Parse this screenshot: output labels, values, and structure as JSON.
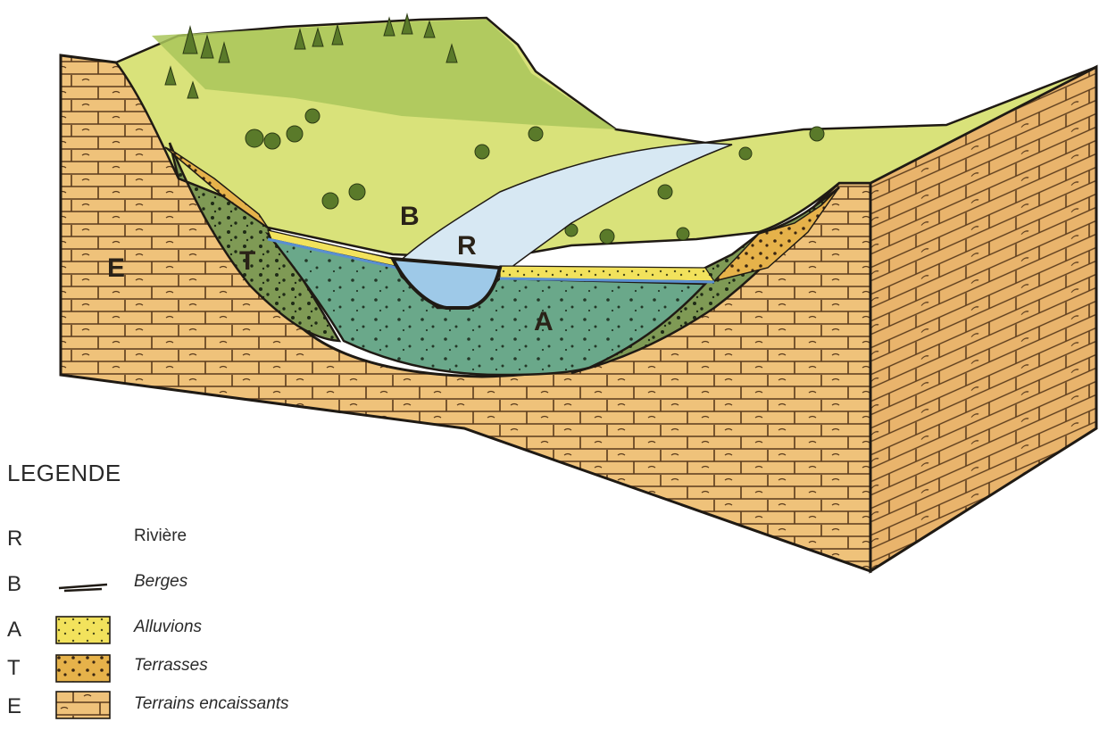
{
  "diagram": {
    "labels": {
      "E": "E",
      "T": "T",
      "B": "B",
      "R": "R",
      "A": "A"
    },
    "colors": {
      "bedrock": "#efc27a",
      "bedrock_side": "#e3ad66",
      "alluvium": "#6aa88a",
      "terrace": "#7f9a55",
      "yellow_alluvium": "#f2e25c",
      "river": "#9ec9e8",
      "meadow": "#d9e27a",
      "forest": "#8ea84a",
      "outline": "#1f1a14"
    }
  },
  "legend": {
    "title": "LEGENDE",
    "items": [
      {
        "code": "R",
        "swatch": "none",
        "label": "Rivière"
      },
      {
        "code": "B",
        "swatch": "line-icon",
        "label": "Berges"
      },
      {
        "code": "A",
        "swatch": "dotted-yellow",
        "label": "Alluvions"
      },
      {
        "code": "T",
        "swatch": "dotted-orange",
        "label": "Terrasses"
      },
      {
        "code": "E",
        "swatch": "brick-tan",
        "label": "Terrains encaissants"
      }
    ]
  }
}
